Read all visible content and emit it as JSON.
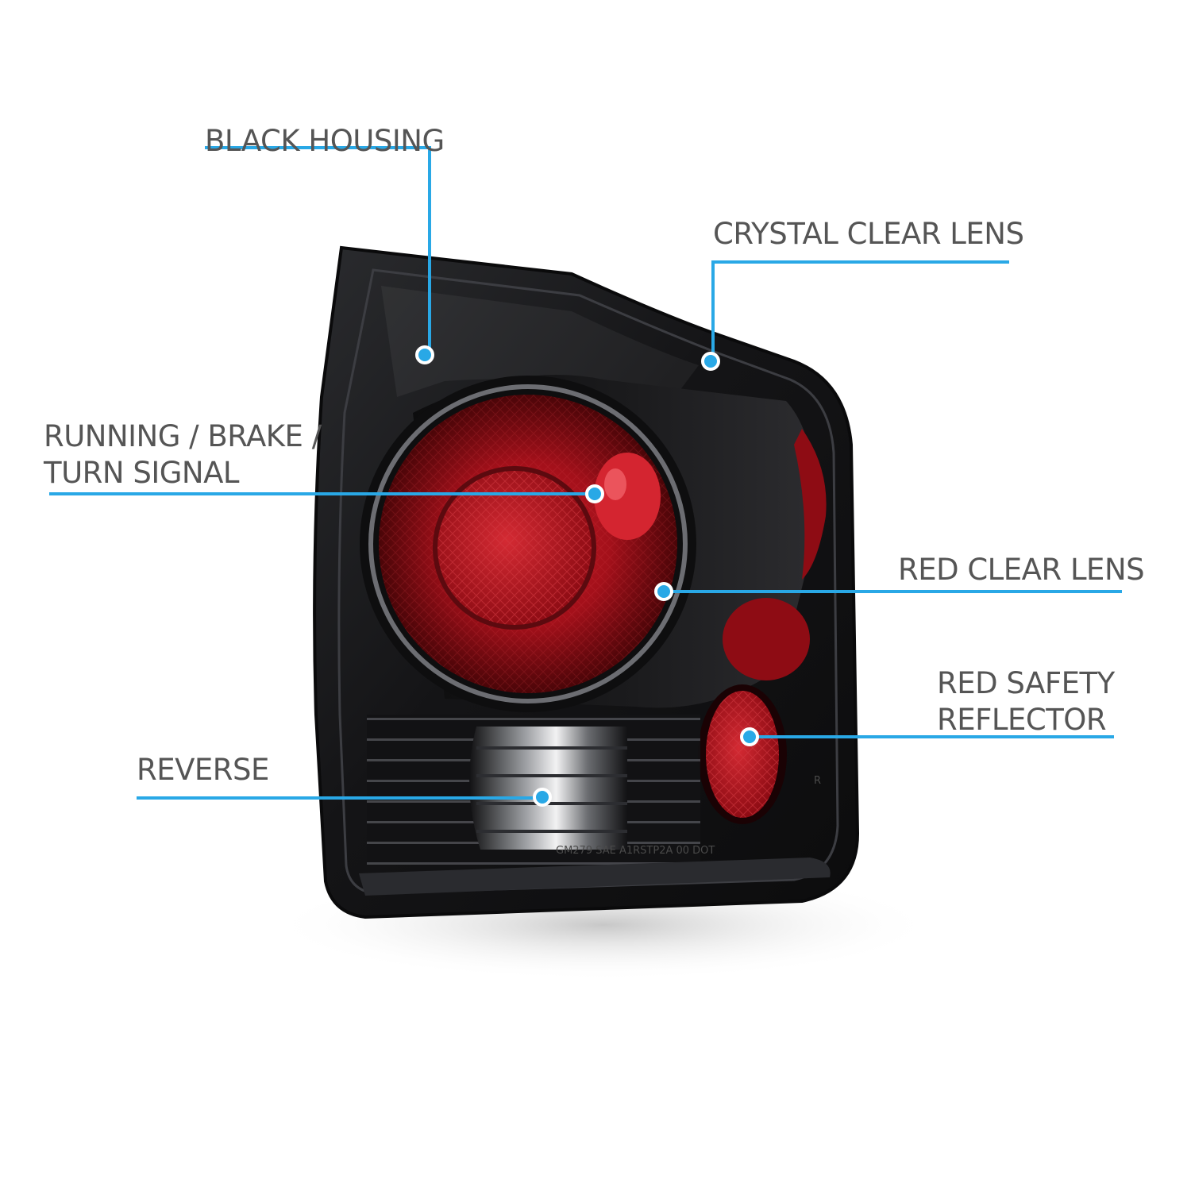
{
  "colors": {
    "callout_line": "#29a8e6",
    "callout_dot": "#29a8e6",
    "label_text": "#555555",
    "housing": "#161618",
    "lens_red": "#b3121e"
  },
  "callouts": [
    {
      "id": "black-housing",
      "lines": [
        "BLACK HOUSING"
      ]
    },
    {
      "id": "crystal-clear-lens",
      "lines": [
        "CRYSTAL CLEAR LENS"
      ]
    },
    {
      "id": "running-brake-turn",
      "lines": [
        "RUNNING / BRAKE /",
        "TURN SIGNAL"
      ]
    },
    {
      "id": "red-clear-lens",
      "lines": [
        "RED CLEAR LENS"
      ]
    },
    {
      "id": "red-safety-reflector",
      "lines": [
        "RED SAFETY",
        "REFLECTOR"
      ]
    },
    {
      "id": "reverse",
      "lines": [
        "REVERSE"
      ]
    }
  ],
  "lamp_imprint": {
    "line1": "GM279  SAE  A1RSTP2A  00  DOT",
    "mark": "R"
  }
}
